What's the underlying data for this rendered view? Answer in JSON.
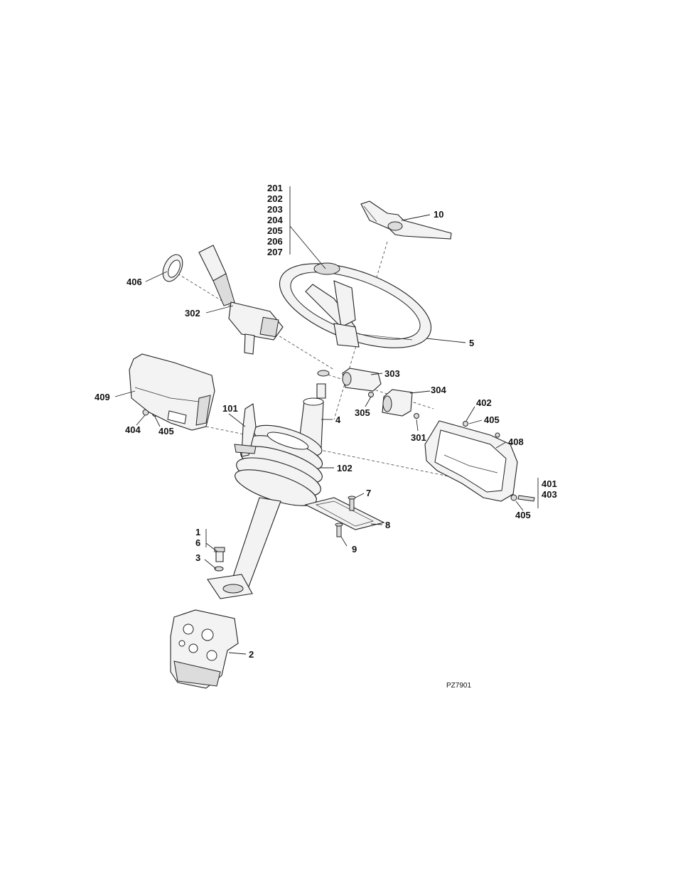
{
  "callouts": {
    "c201": "201",
    "c202": "202",
    "c203": "203",
    "c204": "204",
    "c205": "205",
    "c206": "206",
    "c207": "207",
    "c10": "10",
    "c406": "406",
    "c302": "302",
    "c5": "5",
    "c303": "303",
    "c304": "304",
    "c305": "305",
    "c301": "301",
    "c402": "402",
    "c405a": "405",
    "c409": "409",
    "c101": "101",
    "c4": "4",
    "c404": "404",
    "c405b": "405",
    "c408": "408",
    "c102": "102",
    "c401": "401",
    "c403": "403",
    "c405c": "405",
    "c7": "7",
    "c8": "8",
    "c9": "9",
    "c1": "1",
    "c6": "6",
    "c3": "3",
    "c2": "2"
  },
  "figure_code": "PZ7901"
}
